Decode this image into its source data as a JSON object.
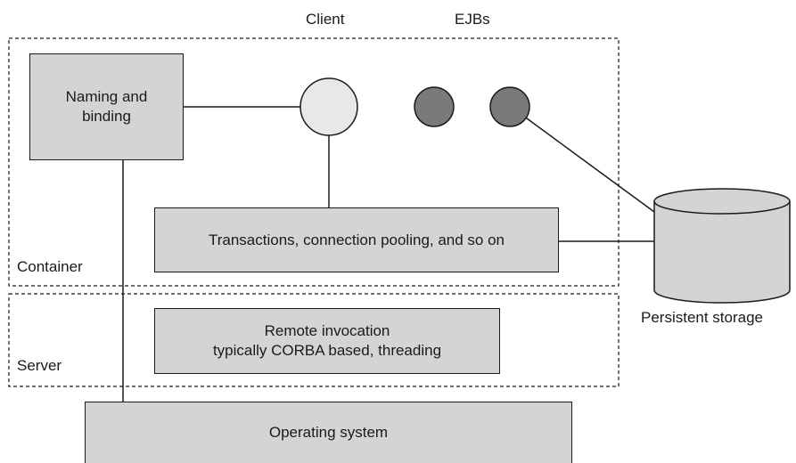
{
  "labels": {
    "client": "Client",
    "ejbs": "EJBs",
    "container": "Container",
    "server": "Server",
    "persistent_storage": "Persistent storage"
  },
  "boxes": {
    "naming": [
      "Naming and",
      "binding"
    ],
    "transactions": "Transactions, connection pooling, and so on",
    "remote_invocation": [
      "Remote invocation",
      "typically CORBA based, threading"
    ],
    "operating_system": "Operating system"
  },
  "colors": {
    "box_fill": "#d4d4d4",
    "client_fill": "#e8e8e8",
    "ejb_fill": "#7a7a7a",
    "storage_fill": "#d4d4d4",
    "stroke": "#1a1a1a"
  }
}
